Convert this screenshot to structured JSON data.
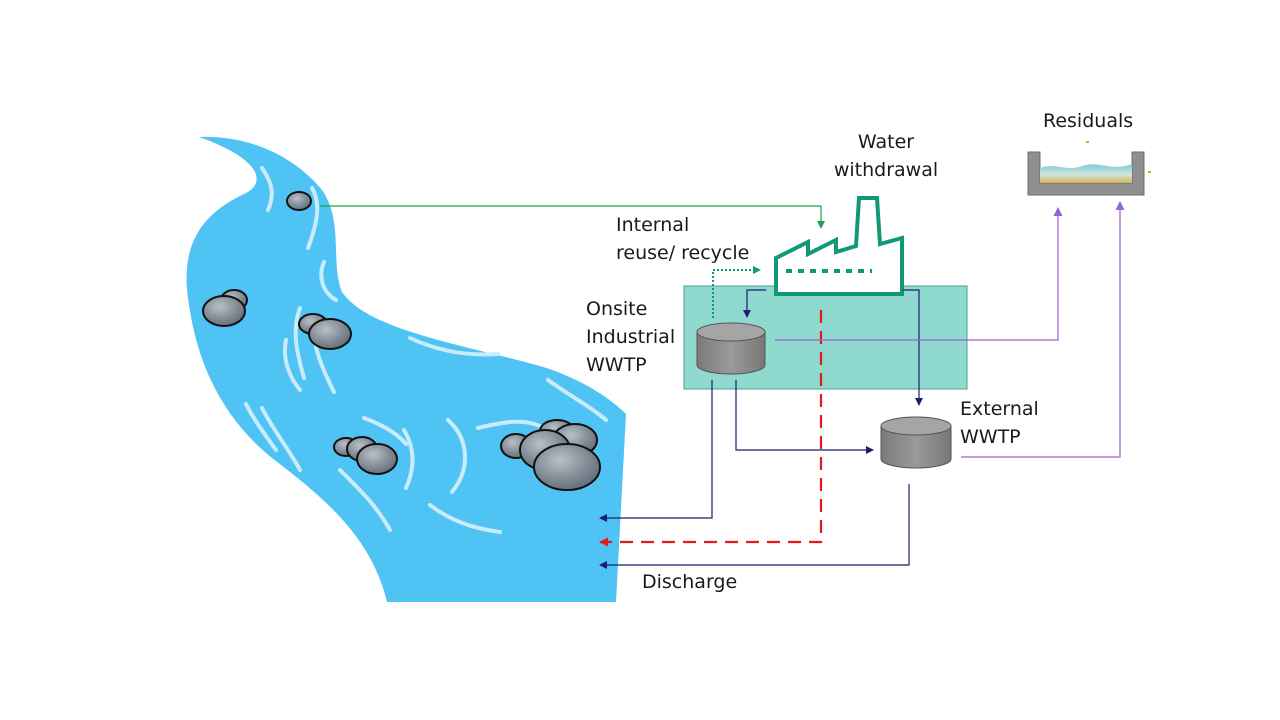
{
  "labels": {
    "water_withdrawal": [
      "Water",
      "withdrawal"
    ],
    "residuals": "Residuals",
    "internal_reuse": [
      "Internal",
      "reuse/ recycle"
    ],
    "onsite_wwtp": [
      "Onsite",
      "Industrial",
      "WWTP"
    ],
    "external_wwtp": [
      "External",
      "WWTP"
    ],
    "discharge": "Discharge"
  },
  "colors": {
    "river": "#4fc3f4",
    "river_highlight": "#c8ecfb",
    "rock": "#808a94",
    "onsite_box": "#8fd9cf",
    "factory": "#109977",
    "withdrawal_arrow": "#1aa34a",
    "reuse_arrow": "#109977",
    "flow_arrow": "#1c1f6b",
    "residuals_arrow": "#9b5fd6",
    "bypass_arrow": "#e01b1b",
    "tank": "#8c8c8c"
  },
  "icons": [
    "river-illustration",
    "factory-icon",
    "onsite-tank-icon",
    "external-tank-icon",
    "residuals-basin-icon"
  ]
}
